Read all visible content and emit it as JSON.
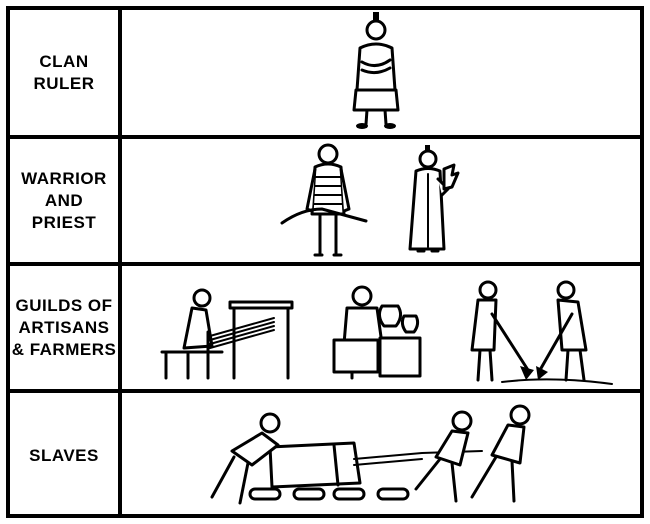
{
  "rows": [
    {
      "id": "clan-ruler",
      "label_lines": [
        "CLAN",
        "RULER"
      ]
    },
    {
      "id": "warrior-priest",
      "label_lines": [
        "WARRIOR",
        "AND",
        "PRIEST"
      ]
    },
    {
      "id": "guilds",
      "label_lines": [
        "GUILDS OF",
        "ARTISANS",
        "& FARMERS"
      ]
    },
    {
      "id": "slaves",
      "label_lines": [
        "SLAVES"
      ]
    }
  ],
  "colors": {
    "ink": "#000000",
    "paper": "#ffffff"
  },
  "icons": [
    "ruler-figure-icon",
    "warrior-figure-icon",
    "priest-figure-icon",
    "weaver-loom-icon",
    "potter-icon",
    "farmers-hoeing-icon",
    "slaves-hauling-block-icon"
  ]
}
